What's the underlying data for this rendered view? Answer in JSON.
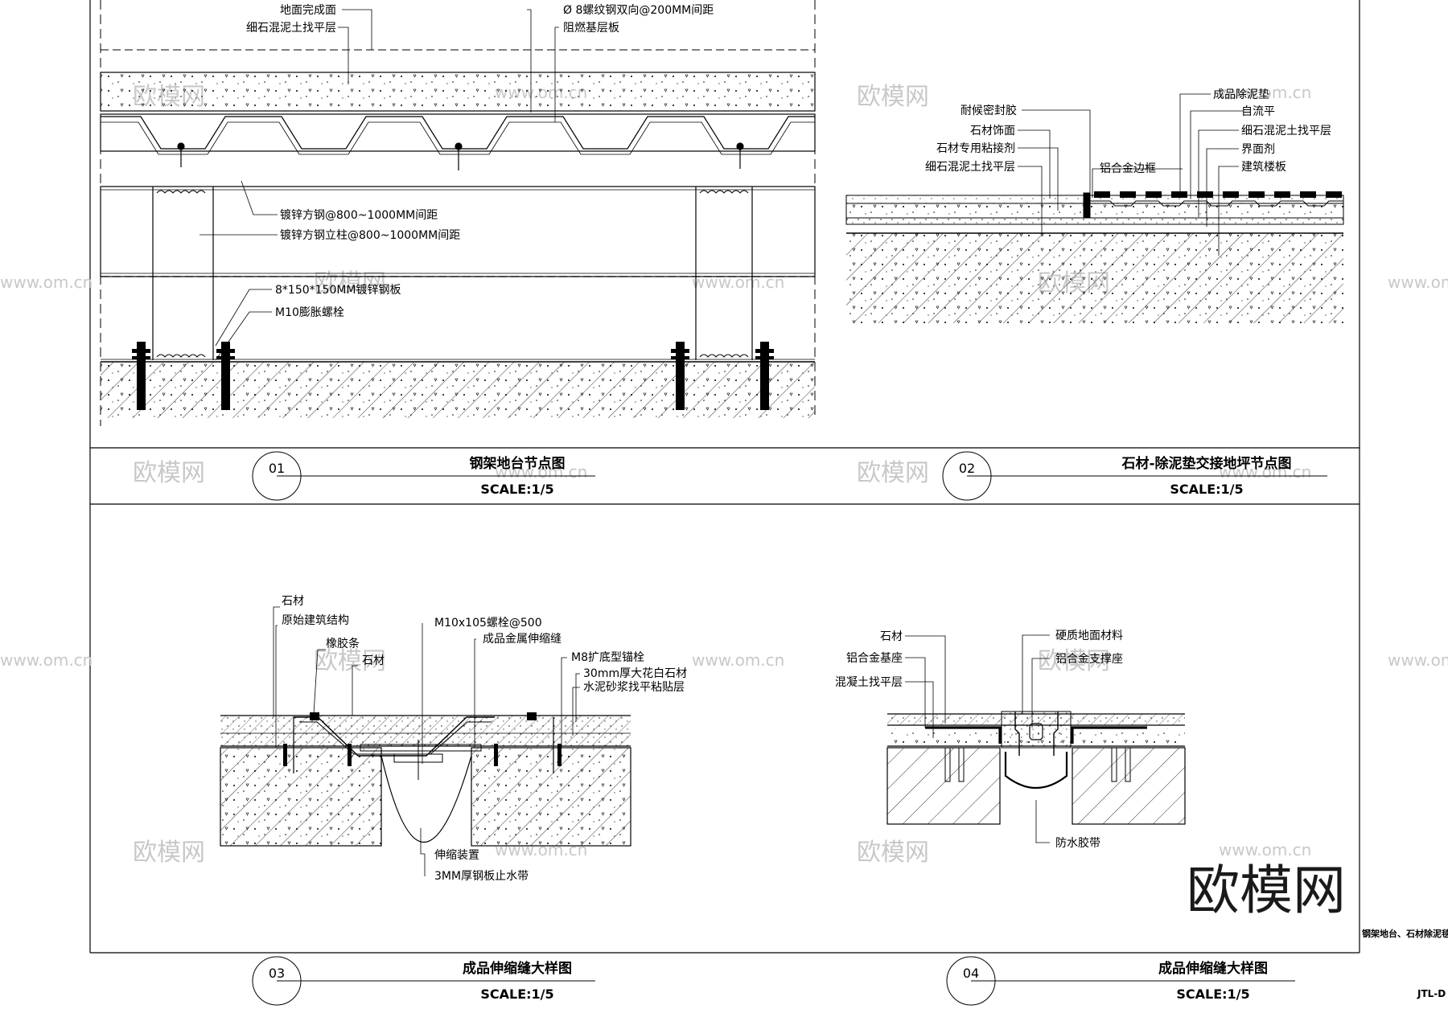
{
  "sheet": {
    "code": "JTL-D",
    "side_note": "钢架地台、石材除泥毯、"
  },
  "watermarks": {
    "brand": "欧模网",
    "url": "www.om.cn",
    "big_logo": "欧模网"
  },
  "details": [
    {
      "number": "01",
      "title": "钢架地台节点图",
      "scale": "SCALE:1/5",
      "labels": {
        "l1": "地面完成面",
        "l2": "细石混泥土找平层",
        "l3": "Ø 8螺纹钢双向@200MM间距",
        "l4": "阻燃基层板",
        "l5": "镀锌方钢@800~1000MM间距",
        "l6": "镀锌方钢立柱@800~1000MM间距",
        "l7": "8*150*150MM镀锌钢板",
        "l8": "M10膨胀螺栓"
      }
    },
    {
      "number": "02",
      "title": "石材-除泥垫交接地坪节点图",
      "scale": "SCALE:1/5",
      "labels": {
        "l1": "耐候密封胶",
        "l2": "石材饰面",
        "l3": "石材专用粘接剂",
        "l4": "细石混泥土找平层",
        "l5": "铝合金边框",
        "l6": "成品除泥垫",
        "l7": "自流平",
        "l8": "细石混泥土找平层",
        "l9": "界面剂",
        "l10": "建筑楼板"
      }
    },
    {
      "number": "03",
      "title": "成品伸缩缝大样图",
      "scale": "SCALE:1/5",
      "labels": {
        "l1": "石材",
        "l2": "原始建筑结构",
        "l3": "橡胶条",
        "l4": "石材",
        "l5": "M10x105螺栓@500",
        "l6": "成品金属伸缩缝",
        "l7": "M8扩底型锚栓",
        "l8": "30mm厚大花白石材",
        "l9": "水泥砂浆找平粘贴层",
        "l10": "伸缩装置",
        "l11": "3MM厚钢板止水带"
      }
    },
    {
      "number": "04",
      "title": "成品伸缩缝大样图",
      "scale": "SCALE:1/5",
      "labels": {
        "l1": "石材",
        "l2": "铝合金基座",
        "l3": "混凝土找平层",
        "l4": "硬质地面材料",
        "l5": "铝合金支撑座",
        "l6": "防水胶带"
      }
    }
  ]
}
